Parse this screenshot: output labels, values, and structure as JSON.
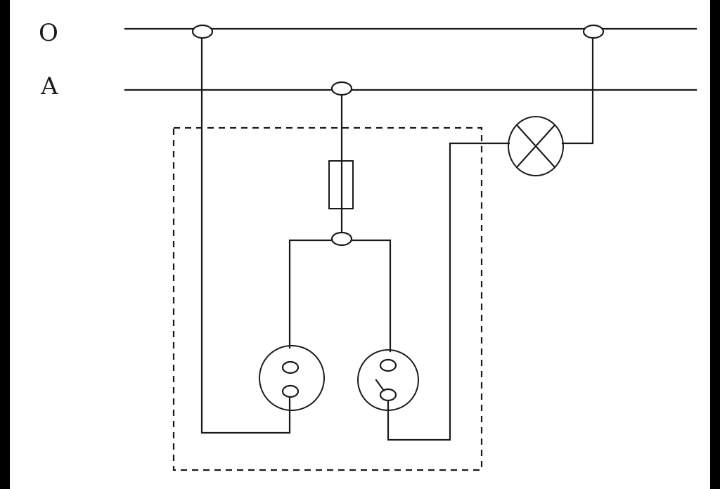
{
  "colors": {
    "background": "#ffffff",
    "frame": "#000000",
    "ink": "#1a1a1a"
  },
  "labels": {
    "line_top": "O",
    "line_bottom": "A"
  },
  "components": {
    "fuse": "fuse-icon",
    "lamp": "lamp-icon",
    "socket": "socket-icon",
    "switch": "switch-icon",
    "panel": "dashed-enclosure"
  }
}
